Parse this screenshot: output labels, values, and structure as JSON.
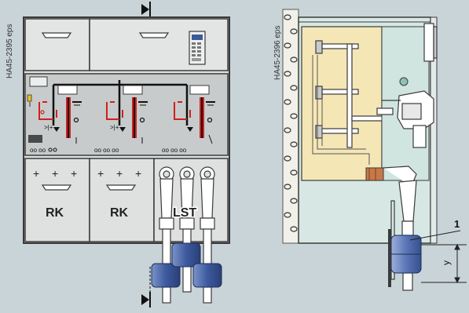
{
  "labels": {
    "left_id": "HA45-2395 eps",
    "right_id": "HA45-2396 eps",
    "rk_left": "RK",
    "rk_right": "RK",
    "lst": "LST",
    "plus": "+",
    "callout": "1",
    "dim": "y"
  },
  "colors": {
    "background": "#c9d4d8",
    "panel": "#dfe1e0",
    "panel_dark": "#c8cbcb",
    "outline": "#3a3a3a",
    "red": "#d02020",
    "yellow": "#f5e6b6",
    "orange": "#c87848",
    "cable_blue": "#4a67a8",
    "wall": "#f1f1e9",
    "cabinet": "#d7e8e4"
  }
}
